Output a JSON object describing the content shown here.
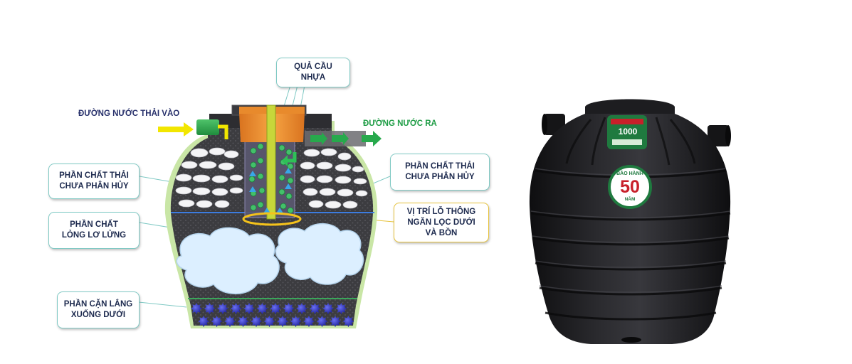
{
  "flow_labels": {
    "inlet": "ĐƯỜNG NƯỚC THẢI VÀO",
    "outlet": "ĐƯỜNG NƯỚC RA"
  },
  "callouts": {
    "ball": {
      "line1": "QUẢ CẦU",
      "line2": "NHỰA"
    },
    "left_waste": {
      "line1": "PHẦN CHẤT THẢI",
      "line2": "CHƯA PHÂN HỦY"
    },
    "right_waste": {
      "line1": "PHẦN CHẤT THẢI",
      "line2": "CHƯA PHÂN HỦY"
    },
    "suspended": {
      "line1": "PHẦN CHẤT",
      "line2": "LỎNG LƠ LỬNG"
    },
    "vent": {
      "line1": "VỊ TRÍ LỖ THÔNG",
      "line2": "NGĂN LỌC DƯỚI",
      "line3": "VÀ BỒN"
    },
    "sediment": {
      "line1": "PHẦN CẶN LẮNG",
      "line2": "XUỐNG DƯỚI"
    }
  },
  "product": {
    "badge_top": "BẢO HÀNH",
    "badge_number": "50",
    "badge_bottom": "NĂM",
    "label_model": "1000"
  },
  "colors": {
    "inlet_arrow": "#f2e600",
    "outlet_arrow": "#27a94c",
    "inlet_text": "#27306b",
    "outlet_text": "#1f9d46",
    "tank_body": "#1c1c1e",
    "callout_border": "#7fc9c4",
    "vent_border": "#e6c23a",
    "badge_green": "#1f7a3f",
    "badge_red": "#c8202a"
  }
}
